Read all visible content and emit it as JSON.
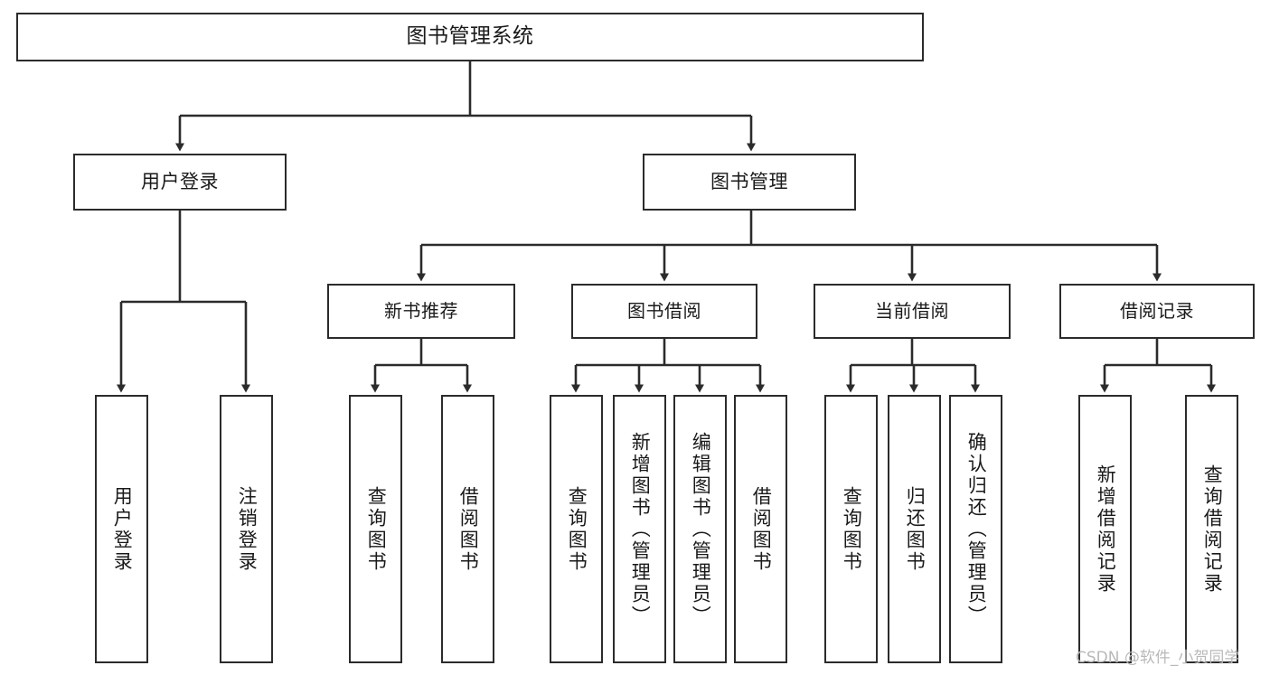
{
  "diagram": {
    "title": "图书管理系统",
    "type": "tree-hierarchy",
    "colors": {
      "stroke": "#2b2b2b",
      "fill": "#ffffff",
      "text": "#1a1a1a",
      "watermark": "#b9b9b9"
    },
    "watermark": "CSDN @软件_小贺同学",
    "nodes": {
      "root": {
        "label": "图书管理系统"
      },
      "level2": [
        {
          "id": "user-login",
          "label": "用户登录"
        },
        {
          "id": "book-management",
          "label": "图书管理"
        }
      ],
      "level3": [
        {
          "id": "new-book-recommend",
          "label": "新书推荐"
        },
        {
          "id": "book-borrow",
          "label": "图书借阅"
        },
        {
          "id": "current-borrow",
          "label": "当前借阅"
        },
        {
          "id": "borrow-record",
          "label": "借阅记录"
        }
      ],
      "leaves": {
        "user-login": [
          {
            "id": "leaf-user-login",
            "label": "用户登录"
          },
          {
            "id": "leaf-logout-login",
            "label": "注销登录"
          }
        ],
        "new-book-recommend": [
          {
            "id": "leaf-query-book-1",
            "label": "查询图书"
          },
          {
            "id": "leaf-borrow-book-1",
            "label": "借阅图书"
          }
        ],
        "book-borrow": [
          {
            "id": "leaf-query-book-2",
            "label": "查询图书"
          },
          {
            "id": "leaf-add-book",
            "label": "新增图书（管理员）"
          },
          {
            "id": "leaf-edit-book",
            "label": "编辑图书（管理员）"
          },
          {
            "id": "leaf-borrow-book-2",
            "label": "借阅图书"
          }
        ],
        "current-borrow": [
          {
            "id": "leaf-query-book-3",
            "label": "查询图书"
          },
          {
            "id": "leaf-return-book",
            "label": "归还图书"
          },
          {
            "id": "leaf-confirm-return",
            "label": "确认归还（管理员）"
          }
        ],
        "borrow-record": [
          {
            "id": "leaf-add-record",
            "label": "新增借阅记录"
          },
          {
            "id": "leaf-query-record",
            "label": "查询借阅记录"
          }
        ]
      }
    }
  }
}
